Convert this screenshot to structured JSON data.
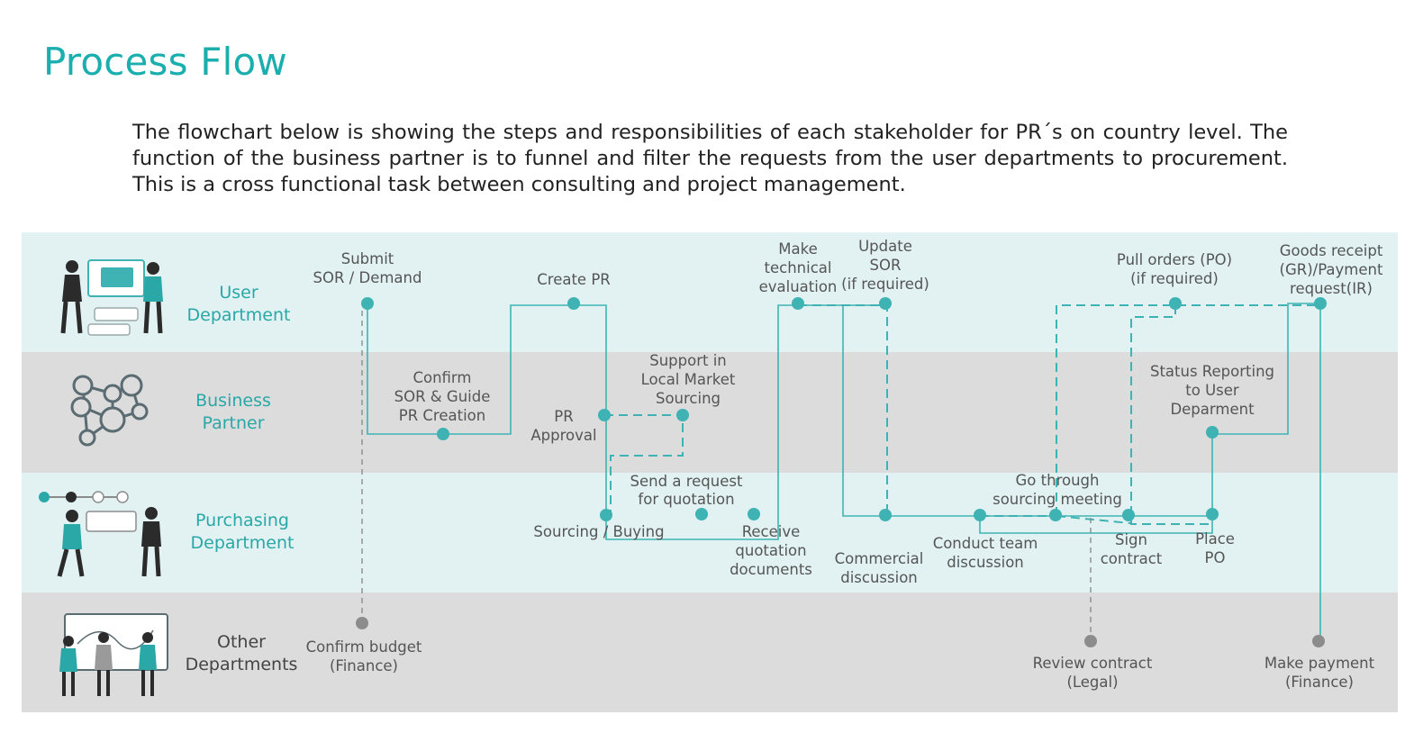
{
  "title": "Process Flow",
  "intro": "The flowchart below is showing the steps and responsibilities of each stakeholder for PR´s on country level. The function of the business partner is to funnel and filter the requests from the user departments to procurement. This is a cross functional task between consulting and project management.",
  "colors": {
    "accent": "#1aaeae",
    "lane_light": "#e2f2f2",
    "lane_gray": "#dcdcdc",
    "node": "#3fb3b3",
    "node_gray": "#8c8c8c"
  },
  "lanes": [
    {
      "line1": "User",
      "line2": "Department",
      "icon": "user-department-icon"
    },
    {
      "line1": "Business",
      "line2": "Partner",
      "icon": "network-people-icon"
    },
    {
      "line1": "Purchasing",
      "line2": "Department",
      "icon": "purchasing-people-icon"
    },
    {
      "line1": "Other",
      "line2": "Departments",
      "icon": "team-board-icon"
    }
  ],
  "steps": [
    {
      "id": "submit-sor",
      "lines": [
        "Submit",
        "SOR / Demand"
      ]
    },
    {
      "id": "confirm-sor",
      "lines": [
        "Confirm",
        "SOR & Guide",
        "PR Creation"
      ]
    },
    {
      "id": "create-pr",
      "lines": [
        "Create PR"
      ]
    },
    {
      "id": "pr-approval",
      "lines": [
        "PR",
        "Approval"
      ]
    },
    {
      "id": "support-local",
      "lines": [
        "Support in",
        "Local Market",
        "Sourcing"
      ]
    },
    {
      "id": "sourcing-buying",
      "lines": [
        "Sourcing / Buying"
      ]
    },
    {
      "id": "send-request",
      "lines": [
        "Send a request",
        "for quotation"
      ]
    },
    {
      "id": "receive-quotation",
      "lines": [
        "Receive",
        "quotation",
        "documents"
      ]
    },
    {
      "id": "technical-eval",
      "lines": [
        "Make",
        "technical",
        "evaluation"
      ]
    },
    {
      "id": "update-sor",
      "lines": [
        "Update",
        "SOR",
        "(if required)"
      ]
    },
    {
      "id": "commercial-discussion",
      "lines": [
        "Commercial",
        "discussion"
      ]
    },
    {
      "id": "team-discussion",
      "lines": [
        "Conduct team",
        "discussion"
      ]
    },
    {
      "id": "sourcing-meeting",
      "lines": [
        "Go through",
        "sourcing meeting"
      ]
    },
    {
      "id": "sign-contract",
      "lines": [
        "Sign",
        "contract"
      ]
    },
    {
      "id": "review-contract",
      "lines": [
        "Review contract",
        "(Legal)"
      ]
    },
    {
      "id": "pull-orders",
      "lines": [
        "Pull orders (PO)",
        "(if required)"
      ]
    },
    {
      "id": "status-reporting",
      "lines": [
        "Status Reporting",
        "to User",
        "Deparment"
      ]
    },
    {
      "id": "place-po",
      "lines": [
        "Place",
        "PO"
      ]
    },
    {
      "id": "goods-receipt",
      "lines": [
        "Goods receipt",
        "(GR)/Payment",
        "request(IR)"
      ]
    },
    {
      "id": "make-payment",
      "lines": [
        "Make payment",
        "(Finance)"
      ]
    },
    {
      "id": "confirm-budget",
      "lines": [
        "Confirm budget",
        "(Finance)"
      ]
    }
  ]
}
